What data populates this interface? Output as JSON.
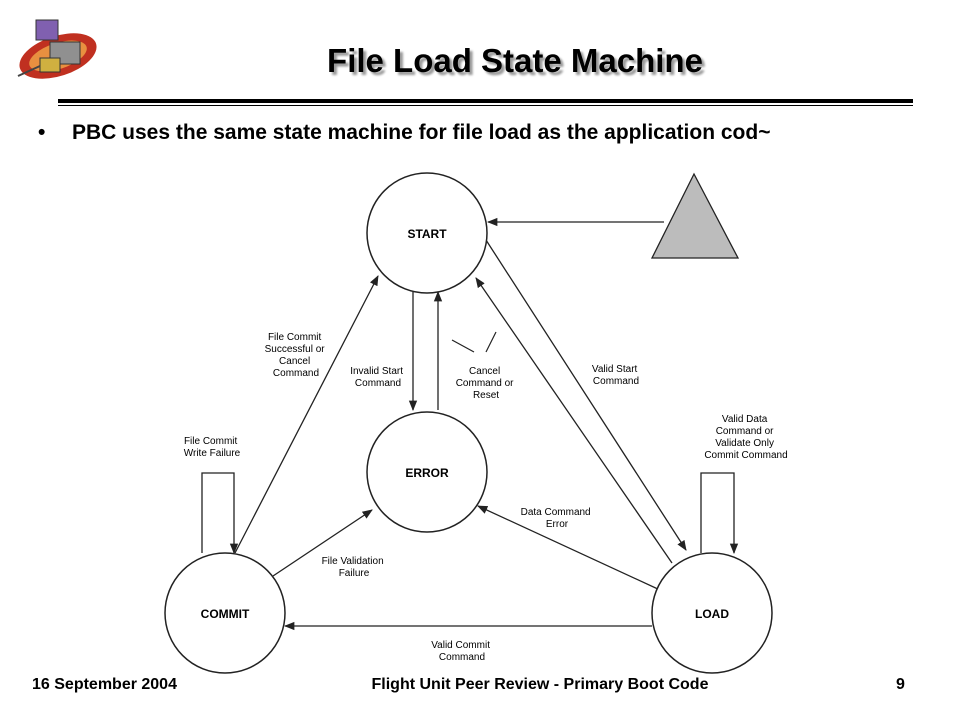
{
  "slide": {
    "title": "File Load State Machine",
    "bullet": "PBC uses the same state machine for file load as the application cod~"
  },
  "diagram": {
    "states": {
      "start": "START",
      "error": "ERROR",
      "commit": "COMMIT",
      "load": "LOAD"
    },
    "labels": {
      "file_commit_success": [
        "File Commit",
        "Successful or",
        "Cancel",
        "Command"
      ],
      "invalid_start": [
        "Invalid Start",
        "Command"
      ],
      "cancel_reset": [
        "Cancel",
        "Command or",
        "Reset"
      ],
      "valid_start": [
        "Valid Start",
        "Command"
      ],
      "valid_data": [
        "Valid Data",
        "Command or",
        "Validate Only",
        "Commit Command"
      ],
      "write_failure": [
        "File Commit",
        "Write Failure"
      ],
      "data_cmd_error": [
        "Data Command",
        "Error"
      ],
      "validation_failure": [
        "File Validation",
        "Failure"
      ],
      "valid_commit": [
        "Valid Commit",
        "Command"
      ]
    }
  },
  "footer": {
    "date": "16 September 2004",
    "center": "Flight Unit Peer Review - Primary Boot Code",
    "page": "9"
  }
}
